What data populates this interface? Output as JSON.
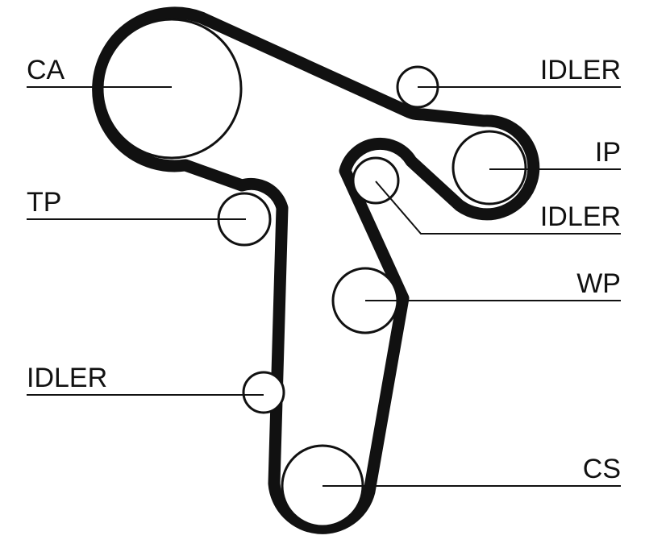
{
  "diagram": {
    "labels": {
      "ca": "CA",
      "tp": "TP",
      "idler_left": "IDLER",
      "idler_top": "IDLER",
      "ip": "IP",
      "idler_mid": "IDLER",
      "wp": "WP",
      "cs": "CS"
    },
    "colors": {
      "line": "#111111",
      "background": "#ffffff"
    }
  }
}
